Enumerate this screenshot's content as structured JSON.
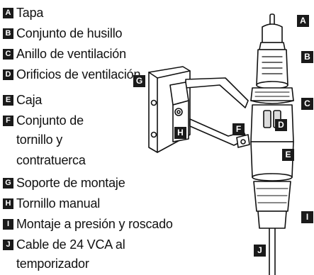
{
  "legend": [
    {
      "letter": "A",
      "lines": [
        "Tapa"
      ]
    },
    {
      "letter": "B",
      "lines": [
        "Conjunto de husillo"
      ]
    },
    {
      "letter": "C",
      "lines": [
        "Anillo de ventilación"
      ]
    },
    {
      "letter": "D",
      "lines": [
        "Orificios de ventilación"
      ]
    },
    {
      "letter": "E",
      "lines": [
        "Caja"
      ]
    },
    {
      "letter": "F",
      "lines": [
        "Conjunto de",
        "tornillo y",
        "contratuerca"
      ]
    },
    {
      "letter": "G",
      "lines": [
        "Soporte de montaje"
      ]
    },
    {
      "letter": "H",
      "lines": [
        "Tornillo manual"
      ]
    },
    {
      "letter": "I",
      "lines": [
        "Montaje a presión y roscado"
      ]
    },
    {
      "letter": "J",
      "lines": [
        "Cable de 24 VCA al",
        "temporizador"
      ]
    }
  ],
  "callouts": {
    "A": "A",
    "B": "B",
    "C": "C",
    "D": "D",
    "E": "E",
    "F": "F",
    "G": "G",
    "H": "H",
    "I": "I",
    "J": "J"
  },
  "colors": {
    "badge": "#1a1a1a",
    "line": "#111111",
    "body": "#ffffff"
  }
}
